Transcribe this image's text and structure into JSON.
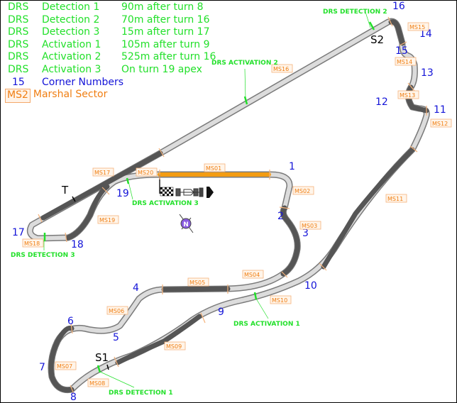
{
  "legend": {
    "rows": [
      {
        "c1": "DRS",
        "c2": "Detection 1",
        "c3": "90m after turn 8"
      },
      {
        "c1": "DRS",
        "c2": "Detection 2",
        "c3": "70m after turn 16"
      },
      {
        "c1": "DRS",
        "c2": "Detection 3",
        "c3": "15m after turn 17"
      },
      {
        "c1": "DRS",
        "c2": "Activation 1",
        "c3": "105m after turn 9"
      },
      {
        "c1": "DRS",
        "c2": "Activation 2",
        "c3": "525m after turn 16"
      },
      {
        "c1": "DRS",
        "c2": "Activation 3",
        "c3": "On turn 19 apex"
      }
    ],
    "corner_key": {
      "sample": "15",
      "label": "Corner Numbers"
    },
    "marshal_key": {
      "sample": "MS2",
      "label": "Marshal Sector"
    }
  },
  "colors": {
    "drs": "#22e02a",
    "corner": "#1414d8",
    "marshal": "#f07e12",
    "track_light": "#d9d9d9",
    "track_dark": "#555555",
    "start_straight": "#f39c12"
  },
  "corners": [
    "1",
    "2",
    "3",
    "4",
    "5",
    "6",
    "7",
    "8",
    "9",
    "10",
    "11",
    "12",
    "13",
    "14",
    "15",
    "16",
    "17",
    "18",
    "19"
  ],
  "marshal_sectors": [
    "MS01",
    "MS02",
    "MS03",
    "MS04",
    "MS05",
    "MS06",
    "MS07",
    "MS08",
    "MS09",
    "MS10",
    "MS11",
    "MS12",
    "MS13",
    "MS14",
    "MS15",
    "MS16",
    "MS17",
    "MS18",
    "MS19",
    "MS20"
  ],
  "drs_labels": {
    "det1": "DRS DETECTION 1",
    "det2": "DRS DETECTION 2",
    "det3": "DRS DETECTION 3",
    "act1": "DRS ACTIVATION 1",
    "act2": "DRS ACTIVATION 2",
    "act3": "DRS ACTIVATION 3"
  },
  "sectors": {
    "s1": "S1",
    "s2": "S2",
    "t": "T"
  },
  "icons": {
    "finish": "checkered-flag-icon",
    "car": "f1-car-icon",
    "direction": "direction-arrow-icon",
    "compass": "compass-north-icon",
    "compass_letter": "N"
  }
}
